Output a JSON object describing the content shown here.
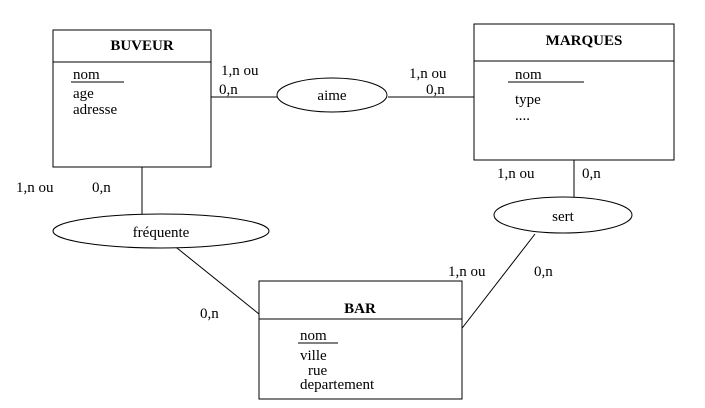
{
  "entities": {
    "buveur": {
      "title": "BUVEUR",
      "key": "nom",
      "attributes": [
        "age",
        "adresse"
      ]
    },
    "marques": {
      "title": "MARQUES",
      "key": "nom",
      "attributes": [
        "type",
        "...."
      ]
    },
    "bar": {
      "title": "BAR",
      "key": "nom",
      "attributes": [
        "ville",
        "rue",
        "departement"
      ]
    }
  },
  "relationships": {
    "aime": {
      "label": "aime",
      "card_buveur_1": "1,n ou",
      "card_buveur_2": "0,n",
      "card_marques_1": "1,n ou",
      "card_marques_2": "0,n"
    },
    "frequente": {
      "label": "fréquente",
      "card_buveur_1": "1,n ou",
      "card_buveur_2": "0,n",
      "card_bar": "0,n"
    },
    "sert": {
      "label": "sert",
      "card_marques_1": "1,n ou",
      "card_marques_2": "0,n",
      "card_bar_1": "1,n ou",
      "card_bar_2": "0,n"
    }
  }
}
